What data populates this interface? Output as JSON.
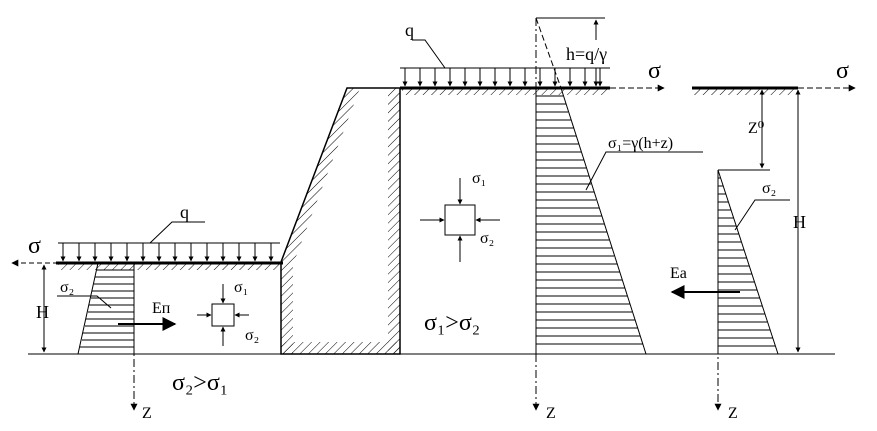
{
  "labels": {
    "q_left": "q",
    "q_top": "q",
    "sigma_left": "σ",
    "sigma_top_mid": "σ",
    "sigma_top_right": "σ",
    "h_formula": "h=q/γ",
    "sigma1_formula": "σ₁=γ(h+z)",
    "z0": "Z⁰",
    "H_left": "H",
    "H_right": "H",
    "sigma2_left": "σ₂",
    "sigma2_right": "σ₂",
    "Ep": "Eп",
    "Ea": "Eа",
    "s1_small_left": "σ₁",
    "s2_small_left": "σ₂",
    "s1_small_mid": "σ₁",
    "s2_small_mid": "σ₂",
    "cond_left": "σ₂>σ₁",
    "cond_mid": "σ₁>σ₂",
    "z_left": "Z",
    "z_mid": "Z",
    "z_right": "Z"
  }
}
